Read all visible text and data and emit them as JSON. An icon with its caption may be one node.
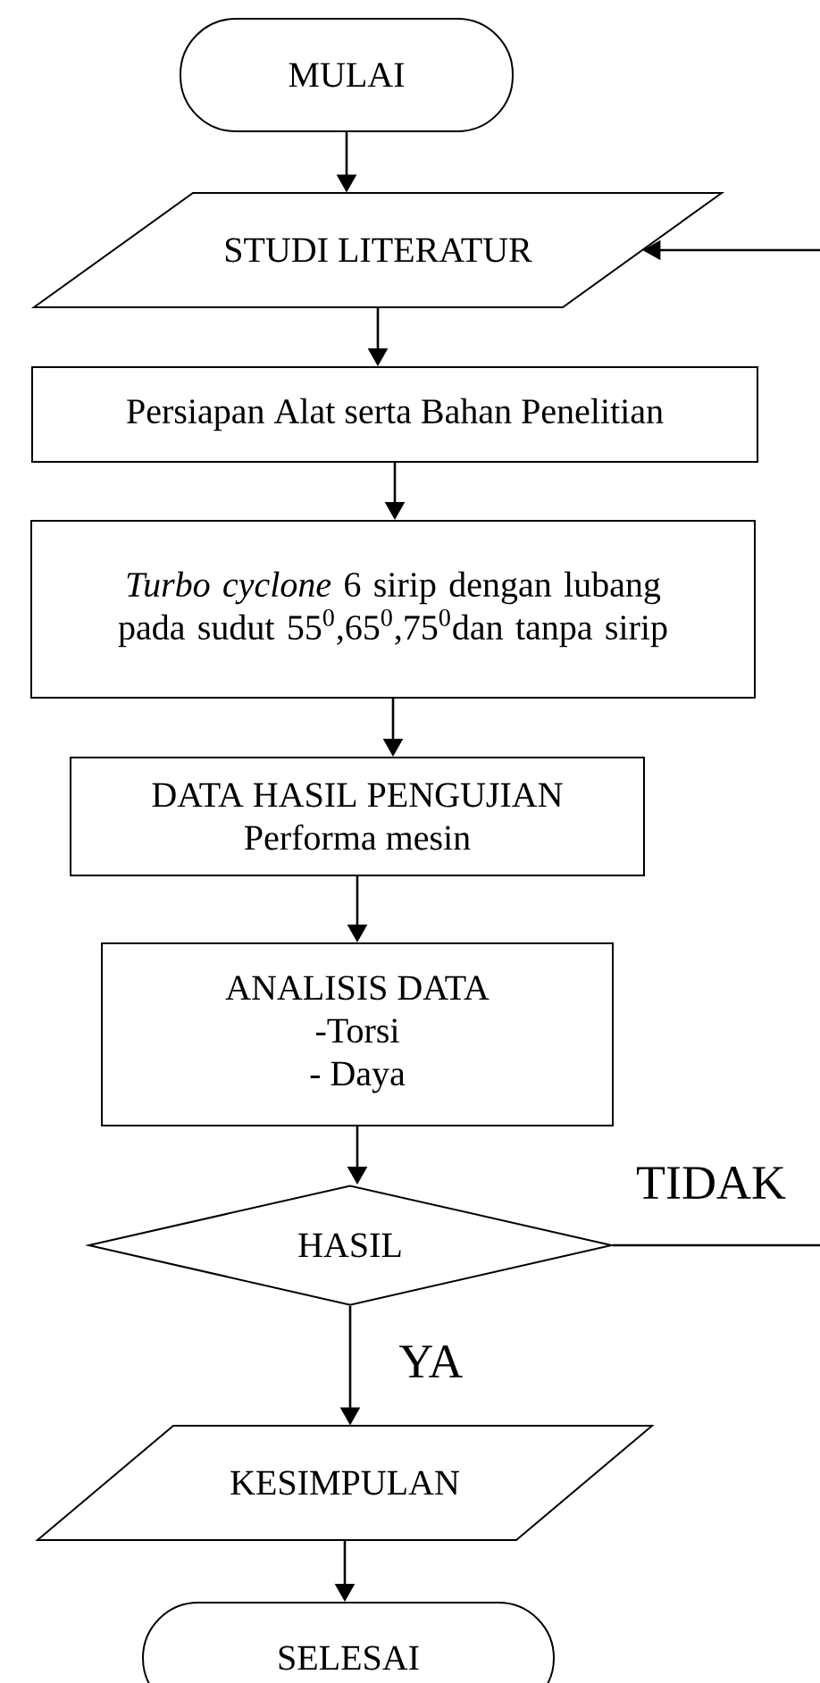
{
  "diagram": {
    "nodes": [
      {
        "text": [
          "MULAI"
        ]
      },
      {
        "text": [
          "STUDI LITERATUR"
        ]
      },
      {
        "text": [
          "Persiapan Alat serta Bahan Penelitian"
        ]
      },
      {
        "text": [
          "*Turbo cyclone* 6 sirip dengan lubang pada sudut 55$^{0}$,65$^{0}$,75$^{0}$dan tanpa sirip"
        ]
      },
      {
        "text": [
          "DATA HASIL PENGUJIAN",
          "Performa mesin"
        ]
      },
      {
        "text": [
          "ANALISIS DATA",
          "-Torsi",
          "- Daya"
        ]
      },
      {
        "text": [
          "HASIL"
        ]
      },
      {
        "text": [
          "KESIMPULAN"
        ]
      },
      {
        "text": [
          "SELESAI"
        ]
      }
    ],
    "edges": [
      {
        "from": 0,
        "to": 1,
        "arrow": "to"
      },
      {
        "from": 1,
        "to": 2,
        "arrow": "to"
      },
      {
        "from": 2,
        "to": 3,
        "arrow": "to"
      },
      {
        "from": 3,
        "to": 4,
        "arrow": "to"
      },
      {
        "from": 4,
        "to": 5,
        "arrow": "to"
      },
      {
        "from": 5,
        "to": 6,
        "arrow": "to"
      },
      {
        "from": 6,
        "to": 7,
        "arrow": "to",
        "label": "YA"
      },
      {
        "from": 7,
        "to": 8,
        "arrow": "to"
      },
      {
        "from": 6,
        "to": 1,
        "arrow": "to",
        "label": "TIDAK"
      }
    ]
  }
}
